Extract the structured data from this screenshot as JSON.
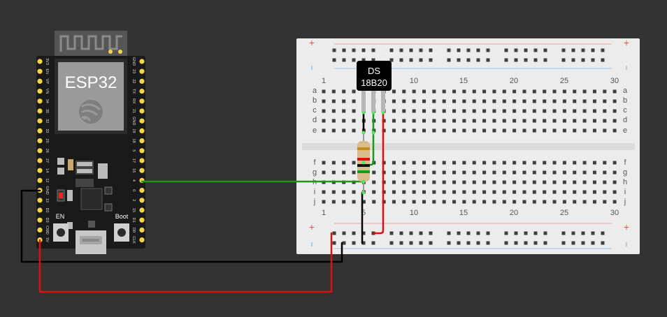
{
  "esp32": {
    "title": "ESP32",
    "left_pins": [
      "3V3",
      "EN",
      "VP",
      "VN",
      "34",
      "35",
      "32",
      "33",
      "25",
      "26",
      "27",
      "14",
      "12",
      "GND",
      "13",
      "D2",
      "D3",
      "CMD",
      "5V"
    ],
    "right_pins": [
      "GND",
      "23",
      "22",
      "TX",
      "RX",
      "21",
      "GND",
      "19",
      "18",
      "5",
      "17",
      "16",
      "4",
      "0",
      "2",
      "15",
      "D1",
      "D0",
      "CLK"
    ],
    "en_label": "EN",
    "boot_label": "Boot"
  },
  "sensor": {
    "line1": "DS",
    "line2": "18B20"
  },
  "breadboard": {
    "column_numbers": [
      "1",
      "5",
      "10",
      "15",
      "20",
      "25",
      "30"
    ],
    "rows_top": [
      "a",
      "b",
      "c",
      "d",
      "e"
    ],
    "rows_bottom": [
      "f",
      "g",
      "h",
      "i",
      "j"
    ],
    "rail_plus": "+",
    "rail_minus": "−"
  },
  "colors": {
    "background": "#333333",
    "board": "#1a1a1a",
    "pin": "#f5d547",
    "wire_black": "#000000",
    "wire_red": "#e01010",
    "wire_green": "#1a9a1a",
    "rail_red": "#f3a1a1",
    "rail_blue": "#9cc8e8"
  }
}
